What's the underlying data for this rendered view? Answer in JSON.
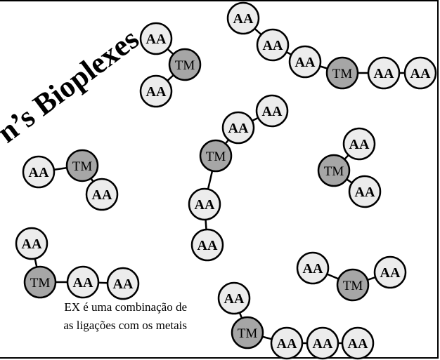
{
  "title": "n’s Bioplexes",
  "labels": {
    "amino_acid": "AA",
    "transition_metal": "TM"
  },
  "colors": {
    "aa_fill": "#ececec",
    "tm_fill": "#a6a6a6",
    "stroke": "#000000",
    "title": "#000000"
  },
  "caption": {
    "line1": "EX é uma combinação de",
    "line2": "as ligações com os metais"
  }
}
